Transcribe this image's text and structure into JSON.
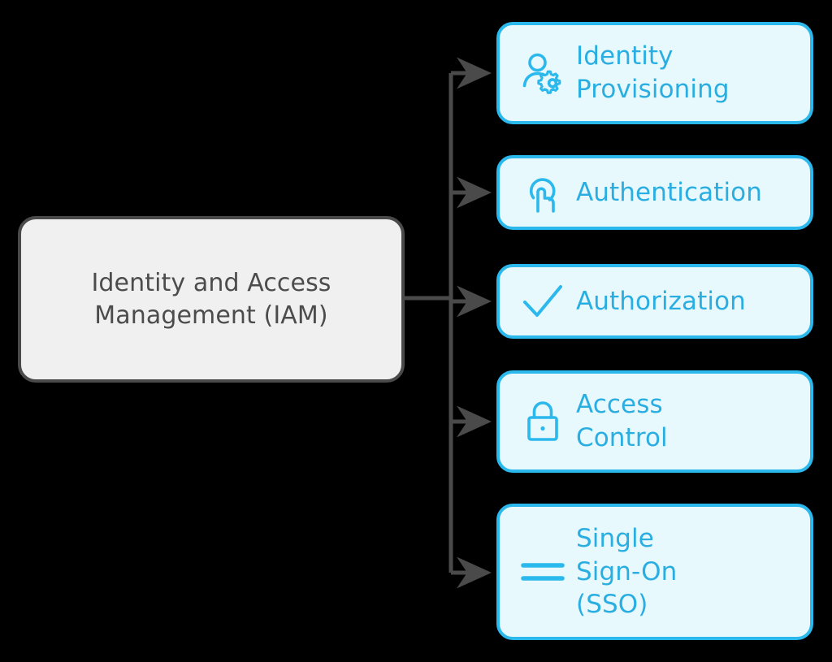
{
  "diagram": {
    "title": "Identity and Access Management (IAM)",
    "type": "hierarchy-tree",
    "background_color": "#000000",
    "root": {
      "label": "Identity and Access\nManagement (IAM)",
      "fill_color": "#f0f0f0",
      "border_color": "#4a4a4a",
      "text_color": "#4c4c4c"
    },
    "child_style": {
      "fill_color": "#e8f9fd",
      "border_color": "#2bb8ec",
      "text_color": "#2aaee2"
    },
    "connector_color": "#4a4a4a",
    "children": [
      {
        "label": "Identity\nProvisioning",
        "icon": "user-gear-icon"
      },
      {
        "label": "Authentication",
        "icon": "fingerprint-touch-icon"
      },
      {
        "label": "Authorization",
        "icon": "checkmark-icon"
      },
      {
        "label": "Access\nControl",
        "icon": "padlock-icon"
      },
      {
        "label": "Single\nSign-On\n(SSO)",
        "icon": "equals-lines-icon"
      }
    ]
  }
}
